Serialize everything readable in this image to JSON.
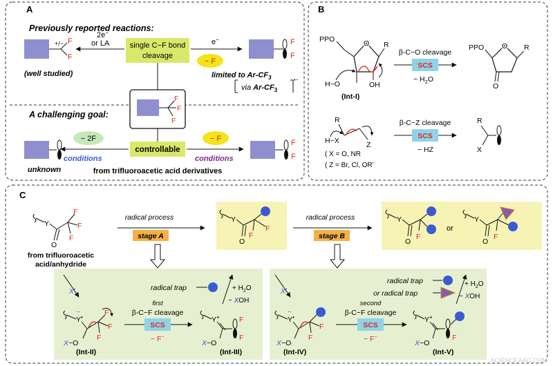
{
  "panels": {
    "A": {
      "letter": "A",
      "previously_heading": "Previously reported reactions:",
      "left_arrow_top": "2e",
      "left_arrow_top_sup": "−",
      "left_arrow_bottom": "or LA",
      "left_charge": "+/−",
      "center_box": [
        "single C−F bond",
        "cleavage"
      ],
      "right_arrow_top": "e",
      "right_arrow_top_sup": "−",
      "right_badge": "− F",
      "well_studied": "(well studied)",
      "limited_to": "limited to Ar-CF",
      "limited_sub": "3",
      "via": "via",
      "via_species": "Ar-CF",
      "via_sub": "3",
      "radical_sup": "•−",
      "challenging_heading": "A challenging goal:",
      "left_badge": "− 2F",
      "controllable": "controllable",
      "right_badge2": "− F",
      "conditions_left": "conditions",
      "conditions_right": "conditions",
      "unknown": "unknown",
      "from_tfa": "from trifluoroacetic acid derivatives",
      "fluorine": "F"
    },
    "B": {
      "letter": "B",
      "ppo_left": "PPO",
      "ppo_right": "PPO",
      "ring_o": "O",
      "r_left": "R",
      "r_right": "R",
      "h_o": "H−O",
      "oh": "OH",
      "int1": "(Int-I)",
      "cleave1": "β-C−O cleavage",
      "scs": "SCS",
      "minus_h2o": "− H",
      "h2o_sub": "2",
      "minus_h2o_tail": "O",
      "ketone_o": "O",
      "r_mid": "R",
      "hx": "H−X",
      "z": "Z",
      "x_line": "X = O, NR",
      "z_line": "Z = Br, Cl, OR'",
      "cleave2": "β-C−Z cleavage",
      "minus_hz": "− HZ",
      "r_prod": "R",
      "x_prod": "X"
    },
    "C": {
      "letter": "C",
      "y": "Y",
      "o": "O",
      "f": "F",
      "from_line1": "from trifluoroacetic",
      "from_line2": "acid/anhydride",
      "radical_process_a": "radical process",
      "stage_a": "stage A",
      "radical_process_b": "radical process",
      "stage_b": "stage B",
      "or": "or",
      "x_radical": "X",
      "radical_trap": "radical trap",
      "plus_h2o": "+ H",
      "h2o_sub": "2",
      "h2o_tail": "O",
      "minus_xoh": "− XOH",
      "minus_x": "− ",
      "xoh_x": "X",
      "xoh_tail": "OH",
      "first": "first",
      "second": "second",
      "cleave": "β-C−F cleavage",
      "scs": "SCS",
      "minus_f": "− F",
      "x_o": "X",
      "dash_o": "−O",
      "int2": "(Int-II)",
      "int3": "(Int-III)",
      "int4": "(Int-IV)",
      "int5": "(Int-V)",
      "or_radical_trap": "or  radical trap"
    }
  },
  "watermark": "SCIENCEAAG.COM",
  "colors": {
    "lavender": "#8f8fd0",
    "yellow_green": "#d8e86a",
    "cyan": "#8fd3e8",
    "orange": "#f4b046",
    "pale_yellow": "#f6f3b5",
    "pale_green": "#e6f0d0",
    "red": "#e0261b",
    "blue": "#3b5bd1",
    "purple": "#7a2a8a"
  }
}
